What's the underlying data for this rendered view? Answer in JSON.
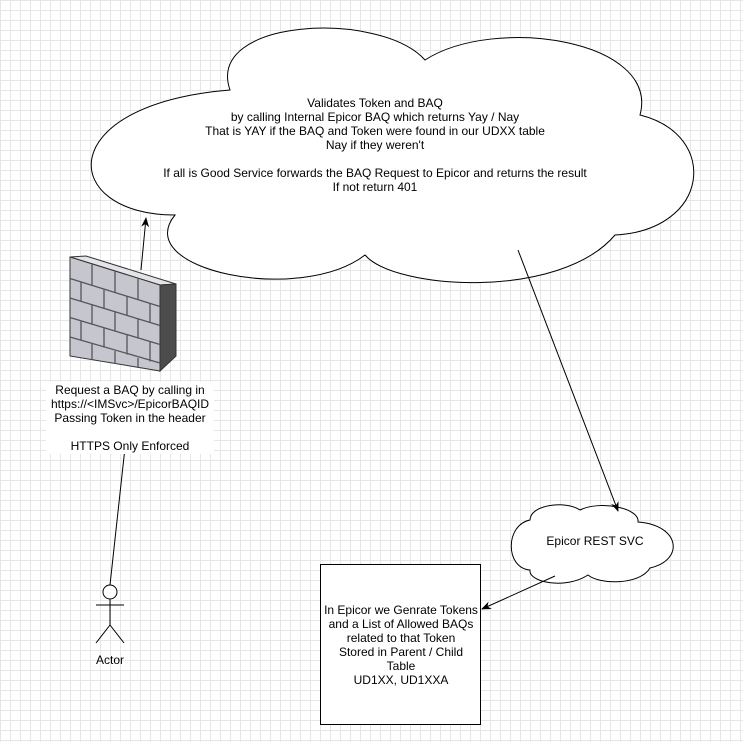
{
  "cloud_big": {
    "lines": [
      "Validates Token and BAQ",
      "by calling Internal Epicor BAQ which returns Yay / Nay",
      "That is YAY if the BAQ and Token were found in our UDXX table",
      "Nay if they weren't",
      "",
      "If all is Good Service forwards the BAQ Request to Epicor and returns the result",
      "If not return 401"
    ]
  },
  "firewall": {
    "lines": [
      "Request a BAQ by calling in",
      "https://<IMSvc>/EpicorBAQID",
      "Passing Token in the header",
      "",
      "HTTPS Only Enforced"
    ]
  },
  "cloud_small": {
    "label": "Epicor REST SVC"
  },
  "box": {
    "lines": [
      "In Epicor we Genrate Tokens",
      "and a List of Allowed BAQs",
      "related to that Token",
      "Stored in Parent / Child",
      "Table",
      "UD1XX, UD1XXA"
    ]
  },
  "actor": {
    "label": "Actor"
  }
}
